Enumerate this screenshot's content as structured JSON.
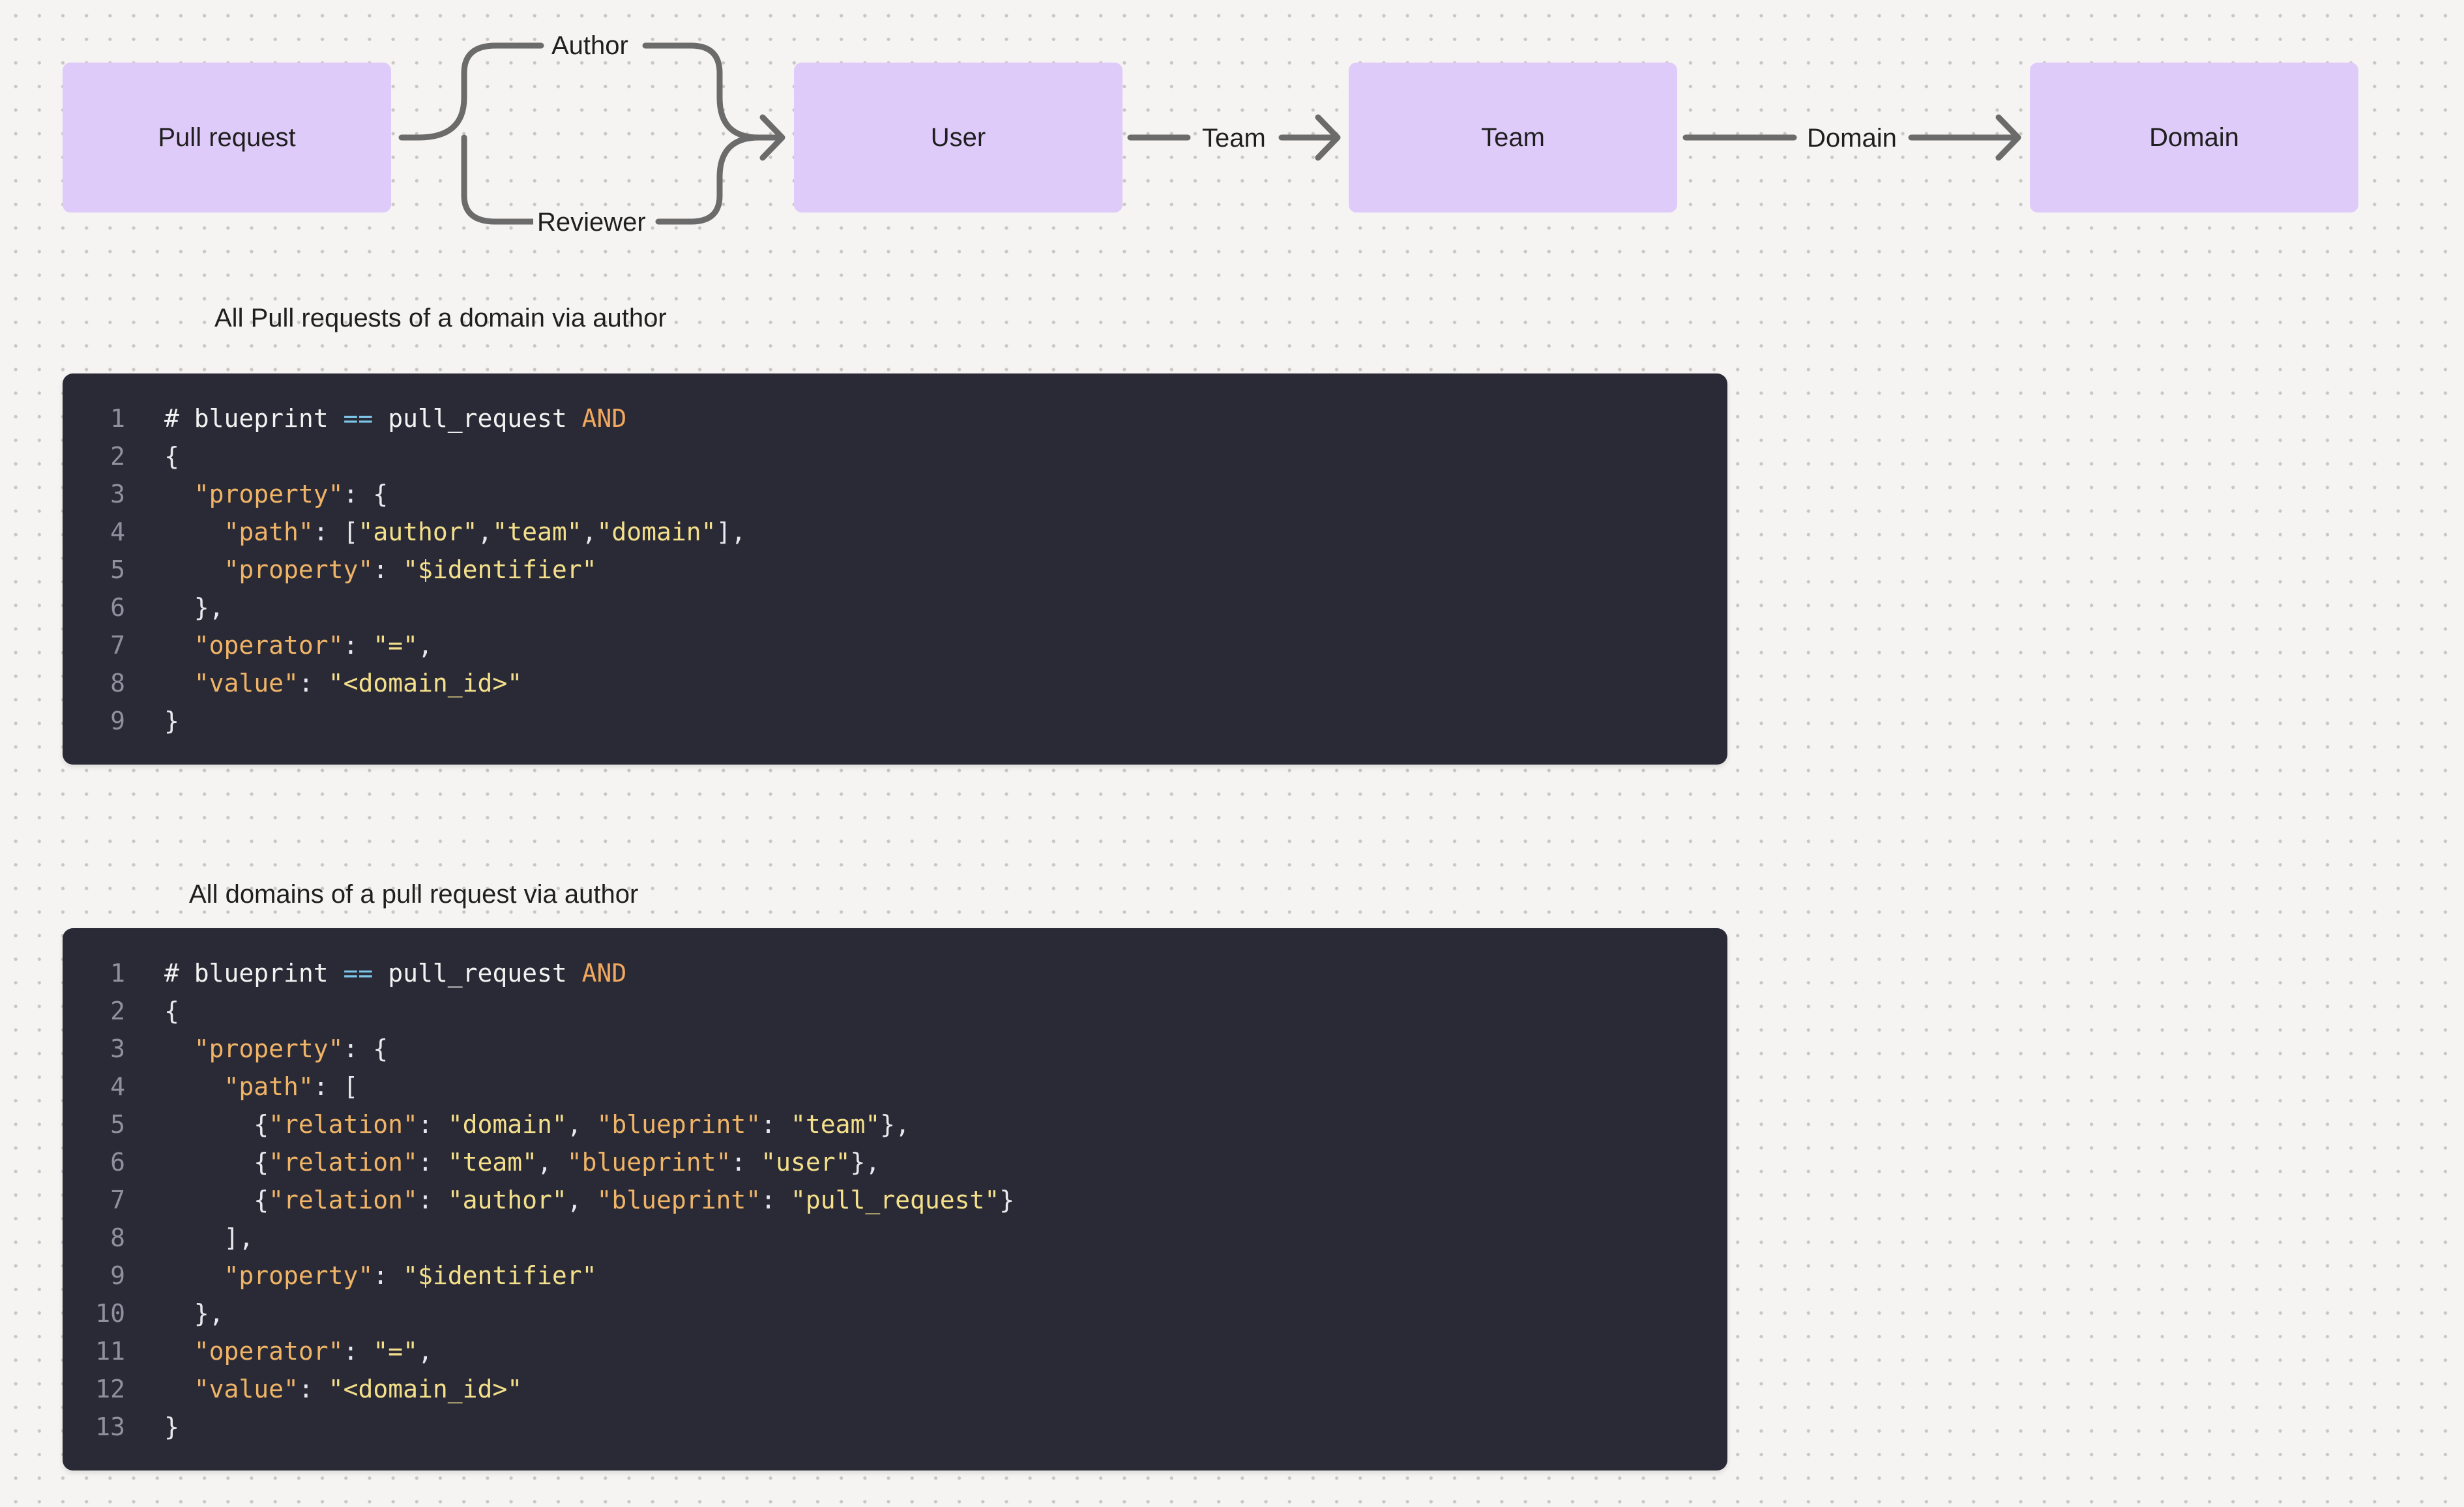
{
  "diagram": {
    "nodes": [
      {
        "id": "pull_request",
        "label": "Pull request"
      },
      {
        "id": "user",
        "label": "User"
      },
      {
        "id": "team",
        "label": "Team"
      },
      {
        "id": "domain",
        "label": "Domain"
      }
    ],
    "edges": [
      {
        "from": "pull_request",
        "to": "user",
        "labels": [
          "Author",
          "Reviewer"
        ]
      },
      {
        "from": "user",
        "to": "team",
        "labels": [
          "Team"
        ]
      },
      {
        "from": "team",
        "to": "domain",
        "labels": [
          "Domain"
        ]
      }
    ],
    "colors": {
      "node_fill": "#dfcbfa",
      "edge": "#6b6b6b"
    }
  },
  "sections": [
    {
      "caption": "All Pull requests of a domain via author",
      "code": [
        [
          [
            "# blueprint ",
            "plain"
          ],
          [
            "==",
            "op"
          ],
          [
            " pull_request ",
            "plain"
          ],
          [
            "AND",
            "kw"
          ]
        ],
        [
          [
            "{",
            "punc"
          ]
        ],
        [
          [
            "  ",
            "plain"
          ],
          [
            "\"property\"",
            "key"
          ],
          [
            ": {",
            "punc"
          ]
        ],
        [
          [
            "    ",
            "plain"
          ],
          [
            "\"path\"",
            "key"
          ],
          [
            ": [",
            "punc"
          ],
          [
            "\"author\"",
            "str"
          ],
          [
            ",",
            "punc"
          ],
          [
            "\"team\"",
            "str"
          ],
          [
            ",",
            "punc"
          ],
          [
            "\"domain\"",
            "str"
          ],
          [
            "],",
            "punc"
          ]
        ],
        [
          [
            "    ",
            "plain"
          ],
          [
            "\"property\"",
            "key"
          ],
          [
            ": ",
            "punc"
          ],
          [
            "\"$identifier\"",
            "str"
          ]
        ],
        [
          [
            "  },",
            "punc"
          ]
        ],
        [
          [
            "  ",
            "plain"
          ],
          [
            "\"operator\"",
            "key"
          ],
          [
            ": ",
            "punc"
          ],
          [
            "\"=\"",
            "str"
          ],
          [
            ",",
            "punc"
          ]
        ],
        [
          [
            "  ",
            "plain"
          ],
          [
            "\"value\"",
            "key"
          ],
          [
            ": ",
            "punc"
          ],
          [
            "\"<domain_id>\"",
            "str"
          ]
        ],
        [
          [
            "}",
            "punc"
          ]
        ]
      ]
    },
    {
      "caption": "All domains of a pull request via author",
      "code": [
        [
          [
            "# blueprint ",
            "plain"
          ],
          [
            "==",
            "op"
          ],
          [
            " pull_request ",
            "plain"
          ],
          [
            "AND",
            "kw"
          ]
        ],
        [
          [
            "{",
            "punc"
          ]
        ],
        [
          [
            "  ",
            "plain"
          ],
          [
            "\"property\"",
            "key"
          ],
          [
            ": {",
            "punc"
          ]
        ],
        [
          [
            "    ",
            "plain"
          ],
          [
            "\"path\"",
            "key"
          ],
          [
            ": [",
            "punc"
          ]
        ],
        [
          [
            "      {",
            "punc"
          ],
          [
            "\"relation\"",
            "key"
          ],
          [
            ": ",
            "punc"
          ],
          [
            "\"domain\"",
            "str"
          ],
          [
            ", ",
            "punc"
          ],
          [
            "\"blueprint\"",
            "key"
          ],
          [
            ": ",
            "punc"
          ],
          [
            "\"team\"",
            "str"
          ],
          [
            "},",
            "punc"
          ]
        ],
        [
          [
            "      {",
            "punc"
          ],
          [
            "\"relation\"",
            "key"
          ],
          [
            ": ",
            "punc"
          ],
          [
            "\"team\"",
            "str"
          ],
          [
            ", ",
            "punc"
          ],
          [
            "\"blueprint\"",
            "key"
          ],
          [
            ": ",
            "punc"
          ],
          [
            "\"user\"",
            "str"
          ],
          [
            "},",
            "punc"
          ]
        ],
        [
          [
            "      {",
            "punc"
          ],
          [
            "\"relation\"",
            "key"
          ],
          [
            ": ",
            "punc"
          ],
          [
            "\"author\"",
            "str"
          ],
          [
            ", ",
            "punc"
          ],
          [
            "\"blueprint\"",
            "key"
          ],
          [
            ": ",
            "punc"
          ],
          [
            "\"pull_request\"",
            "str"
          ],
          [
            "}",
            "punc"
          ]
        ],
        [
          [
            "    ],",
            "punc"
          ]
        ],
        [
          [
            "    ",
            "plain"
          ],
          [
            "\"property\"",
            "key"
          ],
          [
            ": ",
            "punc"
          ],
          [
            "\"$identifier\"",
            "str"
          ]
        ],
        [
          [
            "  },",
            "punc"
          ]
        ],
        [
          [
            "  ",
            "plain"
          ],
          [
            "\"operator\"",
            "key"
          ],
          [
            ": ",
            "punc"
          ],
          [
            "\"=\"",
            "str"
          ],
          [
            ",",
            "punc"
          ]
        ],
        [
          [
            "  ",
            "plain"
          ],
          [
            "\"value\"",
            "key"
          ],
          [
            ": ",
            "punc"
          ],
          [
            "\"<domain_id>\"",
            "str"
          ]
        ],
        [
          [
            "}",
            "punc"
          ]
        ]
      ]
    }
  ]
}
